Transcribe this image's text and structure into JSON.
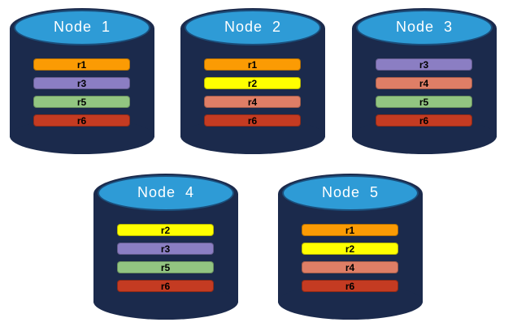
{
  "colors": {
    "cylinder_body": "#1B2A4C",
    "cylinder_top_face": "#2E9BD6",
    "cylinder_top_border": "#1B4E7B",
    "node_title_text": "#FFFFFF",
    "replica_label_text": "#000000",
    "background": "#FFFFFF"
  },
  "replica_colors": {
    "r1": "#FB9B04",
    "r2": "#FFFF00",
    "r3": "#8B7EC3",
    "r4": "#DF7E66",
    "r5": "#92C581",
    "r6": "#C43B22"
  },
  "nodes": [
    {
      "title": "Node  1",
      "replicas": [
        "r1",
        "r3",
        "r5",
        "r6"
      ]
    },
    {
      "title": "Node  2",
      "replicas": [
        "r1",
        "r2",
        "r4",
        "r6"
      ]
    },
    {
      "title": "Node  3",
      "replicas": [
        "r3",
        "r4",
        "r5",
        "r6"
      ]
    },
    {
      "title": "Node  4",
      "replicas": [
        "r2",
        "r3",
        "r5",
        "r6"
      ]
    },
    {
      "title": "Node  5",
      "replicas": [
        "r1",
        "r2",
        "r4",
        "r6"
      ]
    }
  ]
}
